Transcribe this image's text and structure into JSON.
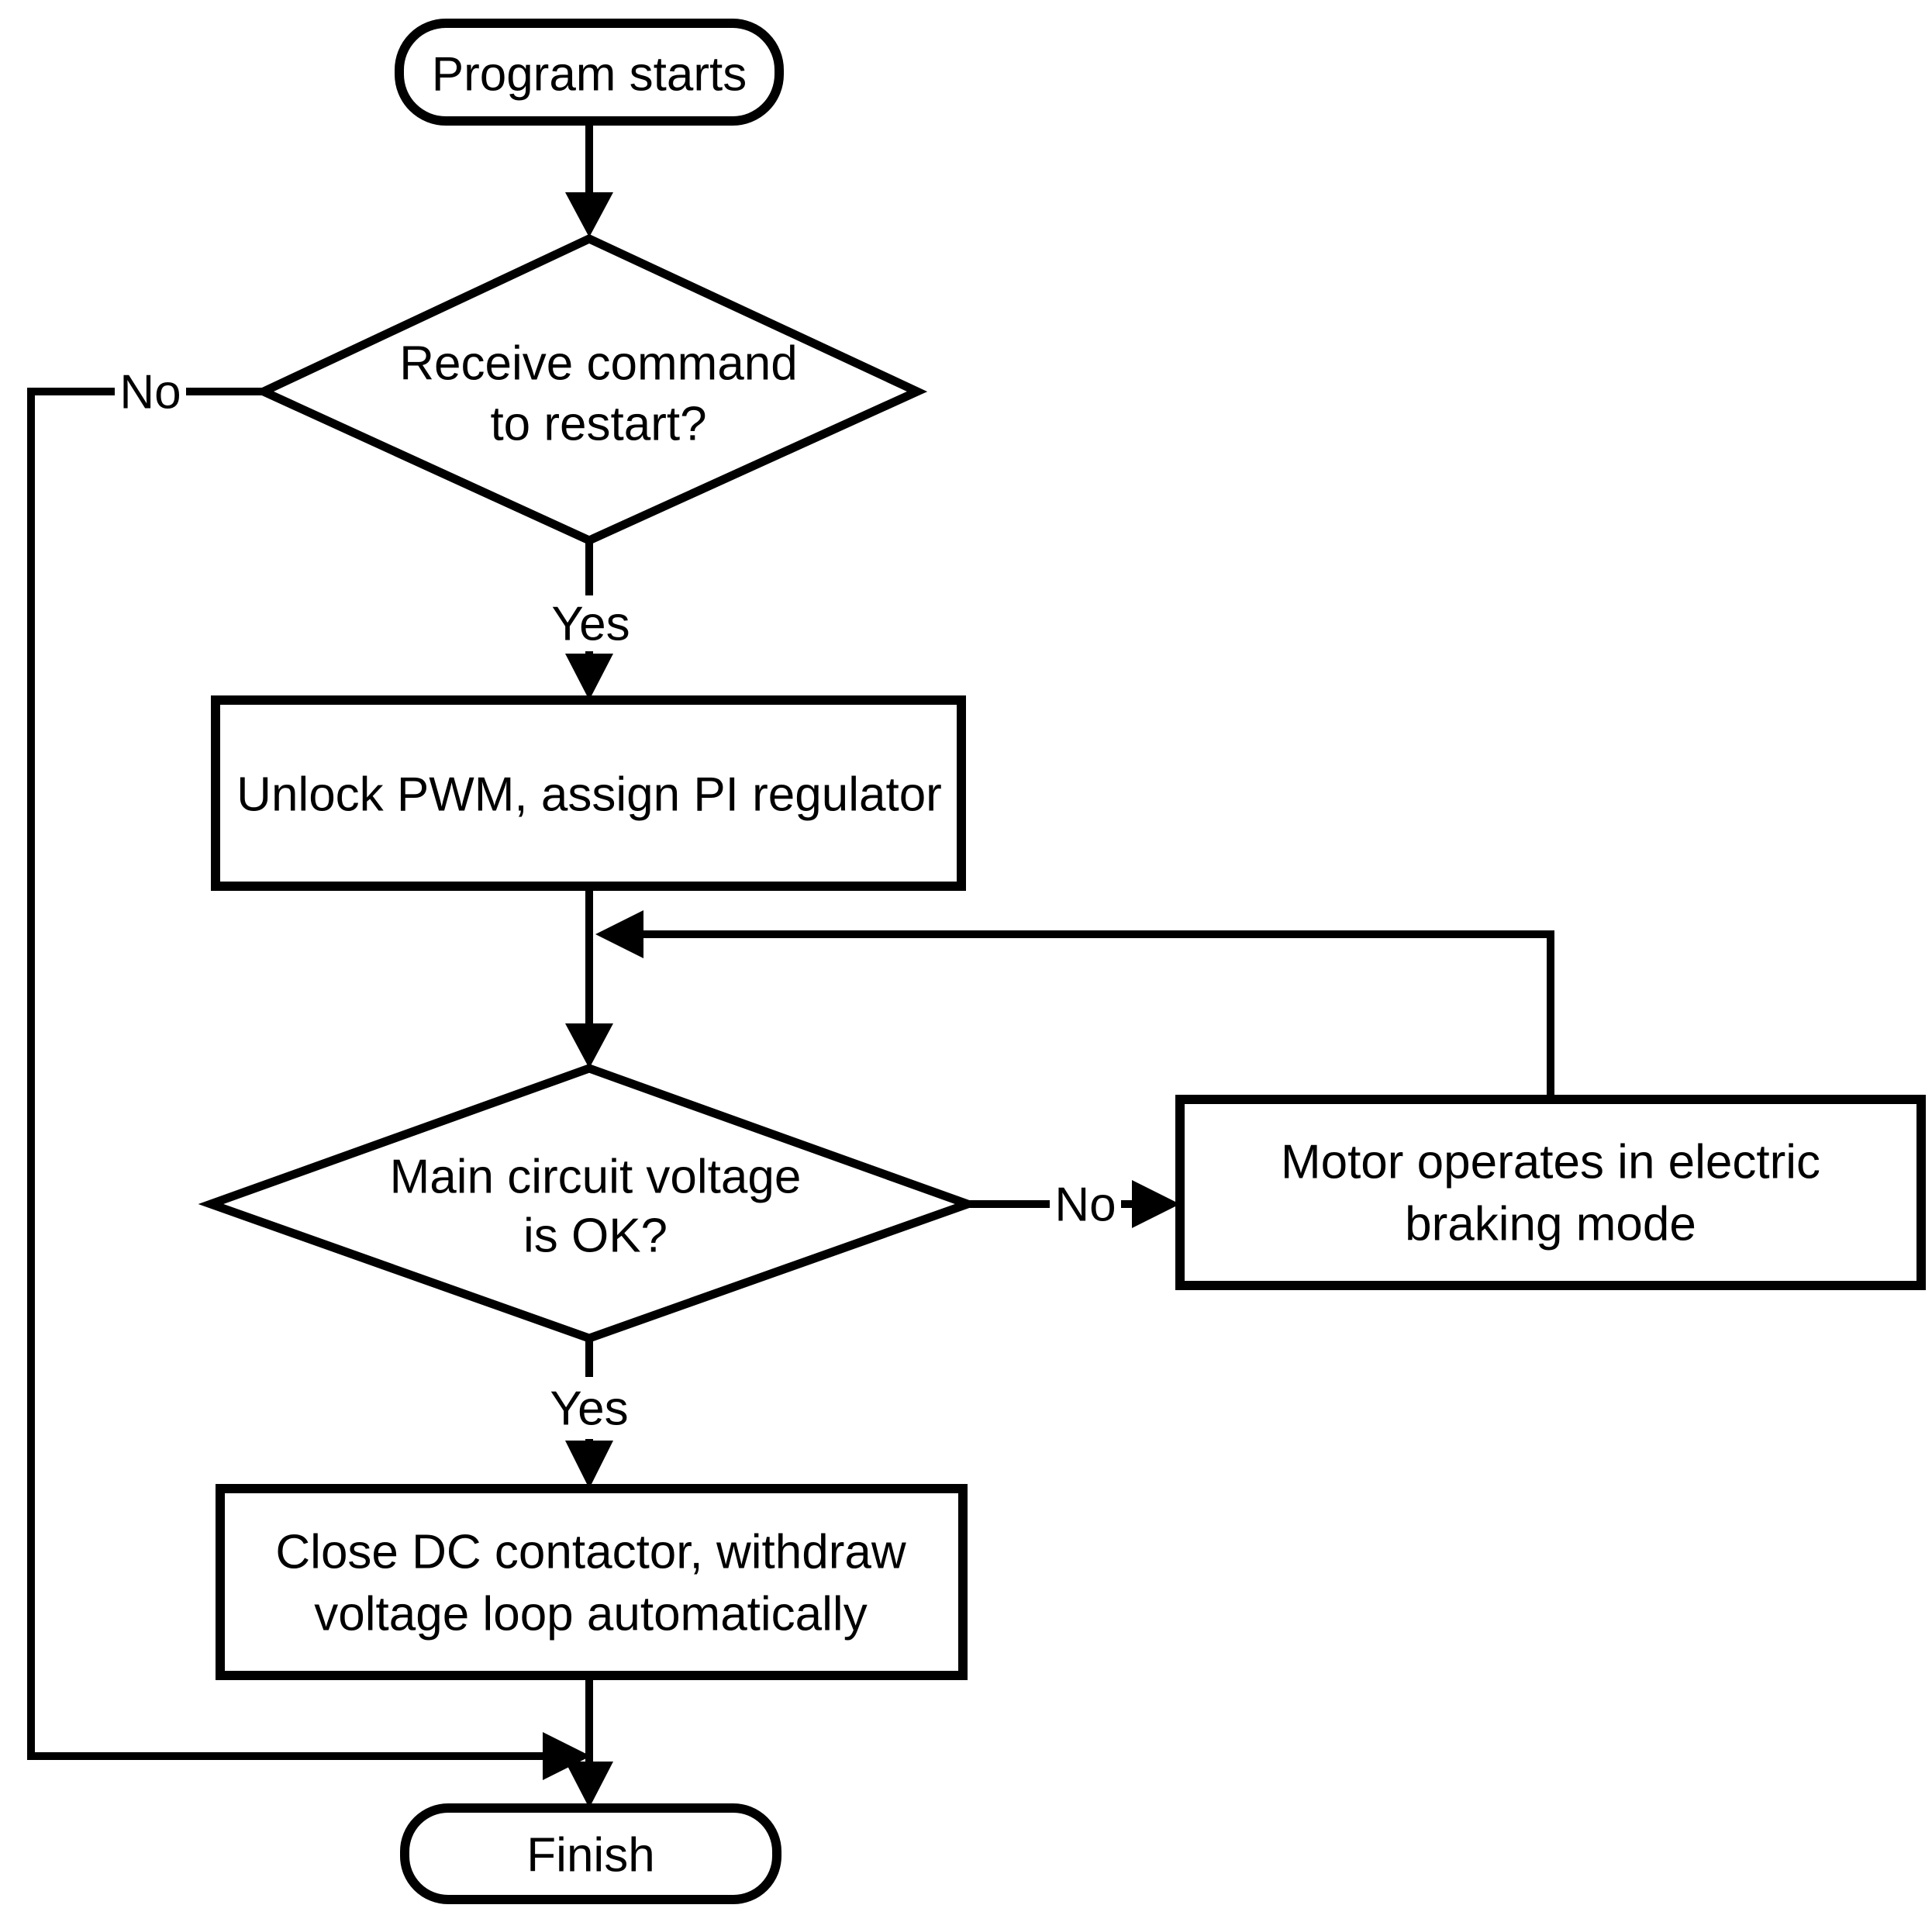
{
  "nodes": {
    "start": {
      "label": "Program starts"
    },
    "decision_restart": {
      "line1": "Receive command",
      "line2": "to restart?"
    },
    "unlock": {
      "label": "Unlock PWM, assign PI regulator"
    },
    "decision_voltage": {
      "line1": "Main circuit voltage",
      "line2": "is OK?"
    },
    "motor": {
      "line1": "Motor operates in electric",
      "line2": "braking mode"
    },
    "close_contactor": {
      "line1": "Close DC contactor, withdraw",
      "line2": "voltage loop automatically"
    },
    "finish": {
      "label": "Finish"
    }
  },
  "edge_labels": {
    "restart_no": "No",
    "restart_yes": "Yes",
    "voltage_no": "No",
    "voltage_yes": "Yes"
  },
  "colors": {
    "stroke": "#000000",
    "shape_fill": "#ffffff",
    "text": "#000000",
    "background": "#ffffff"
  }
}
